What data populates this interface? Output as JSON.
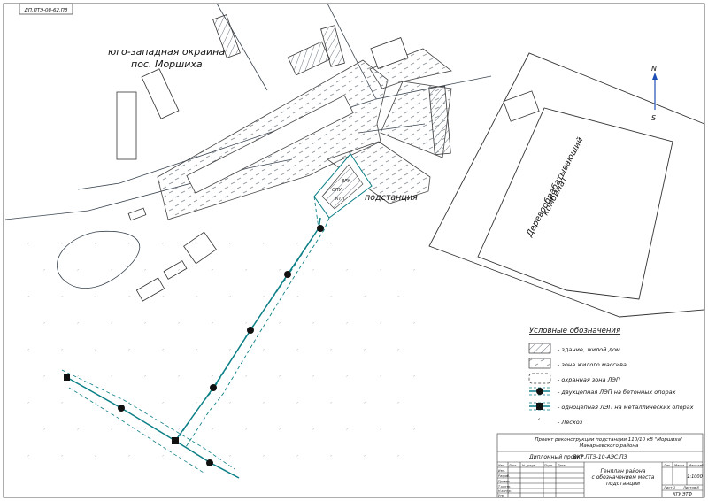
{
  "sheet_code_stamp": "ДП.ПТЭ-08-62.ПЗ",
  "map": {
    "suburb_label_line1": "юго-западная окраина",
    "suburb_label_line2": "пос. Моршиха",
    "substation_label": "подстанция",
    "plant_label_line1": "Деревообрабатывающий",
    "plant_label_line2": "комбинат",
    "north_label": "N",
    "south_label": "S",
    "substation_inner_text": [
      "ОПУ",
      "ЗРУ",
      "КТП"
    ]
  },
  "legend": {
    "title": "Условные обозначения",
    "items": [
      {
        "symbol": "building-hatched",
        "label": "- здание, жилой дом"
      },
      {
        "symbol": "residential-zone",
        "label": "- зона жилого массива"
      },
      {
        "symbol": "protection-zone",
        "label": "- охранная зона ЛЭП"
      },
      {
        "symbol": "double-circuit-line",
        "label": "- двухцепная ЛЭП на бетонных опорах"
      },
      {
        "symbol": "single-circuit-line",
        "label": "- одноцепная ЛЭП на металлических опорах"
      },
      {
        "symbol": "forest",
        "label": "- Лесхоз"
      }
    ]
  },
  "title_block": {
    "project_line1": "Проект реконструкции подстанции 110/10 кВ \"Моршиха\"",
    "project_line2": "Макарьевского района",
    "doc_code": "ВКР.ПТЭ-10-АЭС.ПЗ",
    "project_type": "Дипломный проект",
    "drawing_title_line1": "Генплан района",
    "drawing_title_line2": "с обозначением места",
    "drawing_title_line3": "подстанции",
    "col_lit": "Лит.",
    "col_mass": "Масса",
    "col_scale": "Масштаб",
    "scale": "1:1000",
    "sheet_label": "Лист 1",
    "sheets_label": "Листов 8",
    "org": "КГУ ЭТФ",
    "row_labels": [
      "Изм.",
      "Разраб.",
      "Провер.",
      "Т.контр.",
      "Н.контр.",
      "Утв."
    ],
    "header_cols": [
      "Изм.",
      "Лист",
      "№ докум.",
      "Подп.",
      "Дата"
    ]
  },
  "colors": {
    "line": "#1f2a36",
    "power_line": "#0b7f86",
    "accent_blue": "#1f4fb5"
  }
}
